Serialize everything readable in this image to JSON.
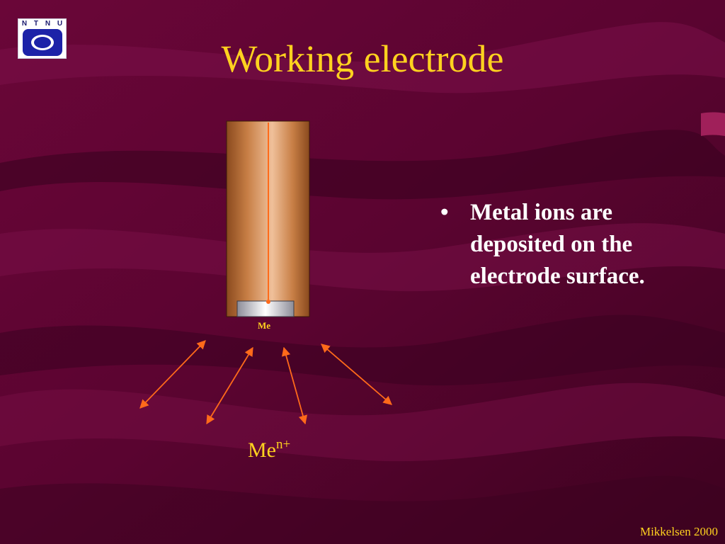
{
  "slide": {
    "title": "Working electrode",
    "bullet_marker": "•",
    "bullet_text": "Metal ions are deposited on the electrode surface.",
    "footer": "Mikkelsen 2000"
  },
  "logo": {
    "letters": [
      "N",
      "T",
      "N",
      "U"
    ]
  },
  "diagram": {
    "electrode_tip_label": "Me",
    "ion_label_base": "Me",
    "ion_label_charge": "n+"
  },
  "colors": {
    "background": "#5a0430",
    "title": "#ffd21f",
    "bullet": "#ffffff",
    "arrow": "#ff6a1a",
    "copper": "#c2733a"
  }
}
